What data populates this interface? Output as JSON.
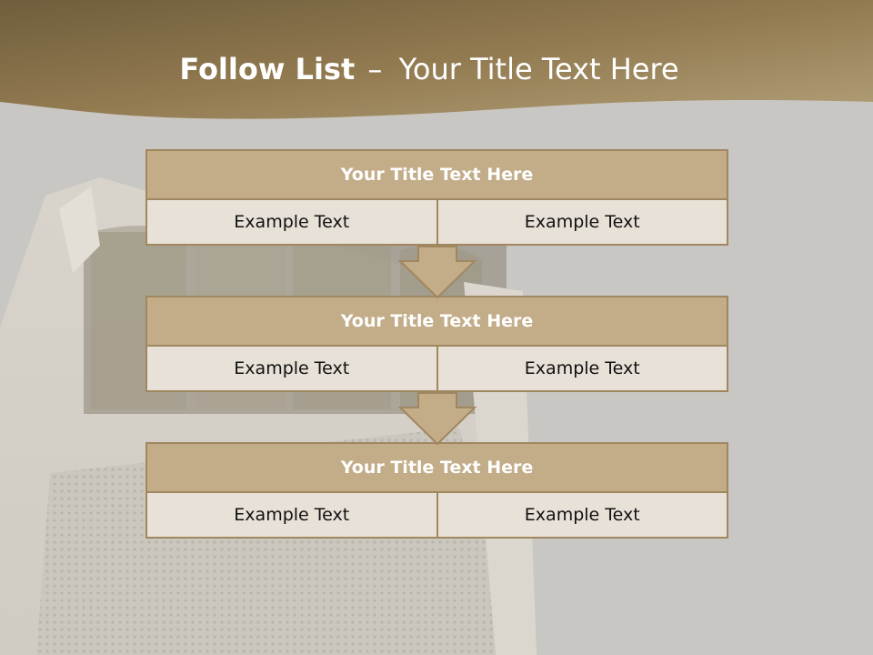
{
  "slide": {
    "title_bold": "Follow List",
    "title_separator": "–",
    "title_rest": "Your Title Text Here"
  },
  "steps": [
    {
      "title": "Your Title Text Here",
      "left_text": "Example Text",
      "right_text": "Example Text"
    },
    {
      "title": "Your Title Text Here",
      "left_text": "Example Text",
      "right_text": "Example Text"
    },
    {
      "title": "Your Title Text Here",
      "left_text": "Example Text",
      "right_text": "Example Text"
    }
  ],
  "colors": {
    "header_band": "#9b8359",
    "box_title_fill": "#c3ac88",
    "box_cell_fill": "#e8e1d7",
    "border": "#a08760",
    "background": "#c9c7c3"
  },
  "icons": [
    "down-arrow-icon"
  ]
}
